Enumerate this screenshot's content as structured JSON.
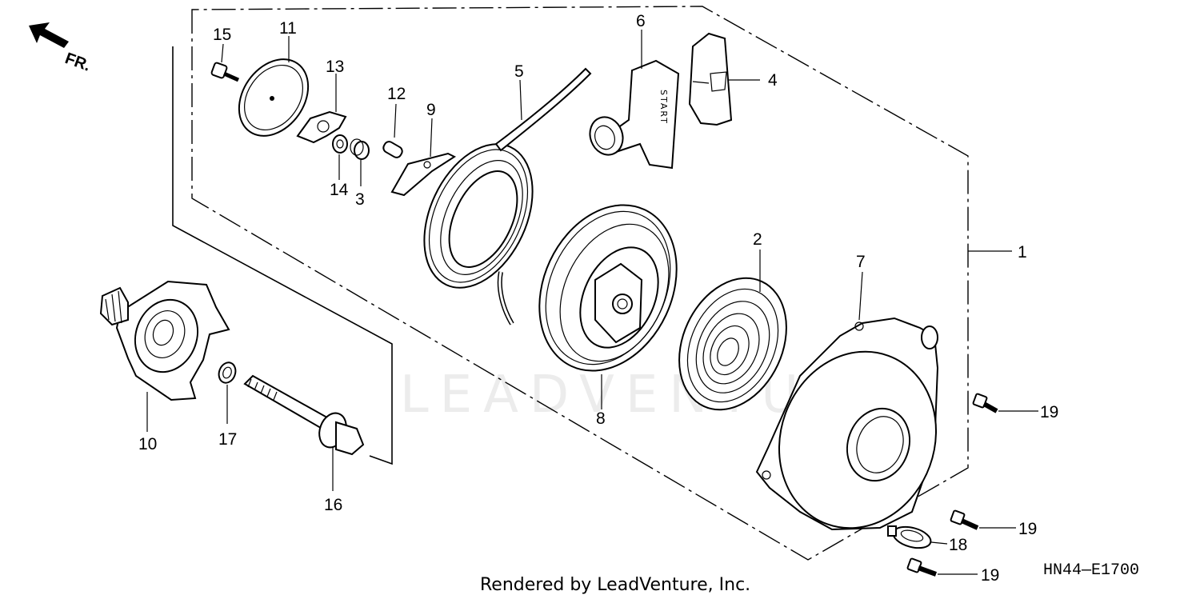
{
  "diagram": {
    "orientation_label": "FR.",
    "watermark": "LEADVENTURE",
    "credit": "Rendered by LeadVenture, Inc.",
    "diagram_code": "HN44—E1700",
    "callouts": {
      "c1": "1",
      "c2": "2",
      "c3": "3",
      "c4": "4",
      "c5": "5",
      "c6": "6",
      "c7": "7",
      "c8": "8",
      "c9": "9",
      "c10": "10",
      "c11": "11",
      "c12": "12",
      "c13": "13",
      "c14": "14",
      "c15": "15",
      "c16": "16",
      "c17": "17",
      "c18": "18",
      "c19a": "19",
      "c19b": "19",
      "c19c": "19"
    },
    "handle_text": "START"
  }
}
